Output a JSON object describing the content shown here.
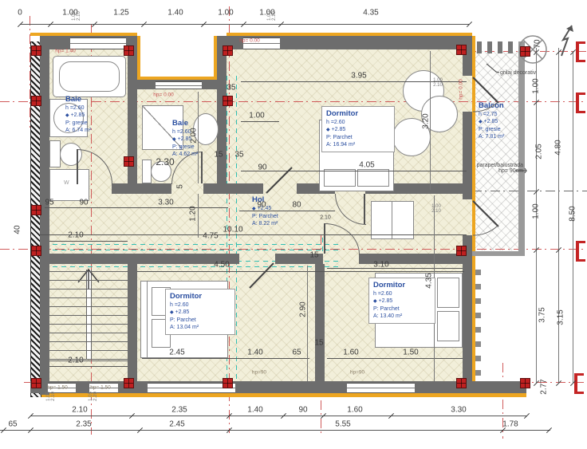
{
  "rooms": {
    "baie1": {
      "name": "Baie",
      "h": "h =2.60",
      "level": "+2.85",
      "floor": "P: gresie",
      "area": "A: 6.74 m²"
    },
    "baie2": {
      "name": "Baie",
      "h": "h =2.60",
      "level": "+2.85",
      "floor": "P: gresie",
      "area": "A: 4.62 m²"
    },
    "dormitor1": {
      "name": "Dormitor",
      "h": "h =2.60",
      "level": "+2.85",
      "floor": "P: Parchet",
      "area": "A: 16.94 m²"
    },
    "balcon": {
      "name": "Balcon",
      "h": "h =2.75",
      "level": "+2.85",
      "floor": "P: gresie",
      "area": "A: 7.81 m²"
    },
    "hol": {
      "name": "Hol",
      "level": "+2.45",
      "floor": "P: Parchet",
      "area": "A: 8.22 m²"
    },
    "dormitor2": {
      "name": "Dormitor",
      "h": "h =2.60",
      "level": "+2.85",
      "floor": "P: Parchet",
      "area": "A: 13.04 m²"
    },
    "dormitor3": {
      "name": "Dormitor",
      "h": "h =2.60",
      "level": "+2.85",
      "floor": "P: Parchet",
      "area": "A: 13.40 m²"
    }
  },
  "annotations": {
    "grilaj": "grilaj decorativ",
    "parapet_line1": "parapet/balustrada",
    "parapet_line2": "hp= 90cm",
    "washer": "W"
  },
  "dim_values": [
    "0",
    "1.00",
    "1.25",
    "1.40",
    "1.00",
    "1.00",
    "4.35",
    "2.10",
    "2.35",
    "1.40",
    "90",
    "1.60",
    "3.30",
    "65",
    "2.35",
    "2.45",
    "5.55",
    "1.78",
    "70",
    "1.00",
    "2.05",
    "4.80",
    "1.00",
    "8.50",
    "3.75",
    "3.15",
    "2.77",
    "35",
    "1.00",
    "3.95",
    "3.20",
    "4.05",
    "2.00",
    "2.30",
    "15",
    "35",
    "90",
    "5",
    "95",
    "90",
    "3.30",
    "1.20",
    "40",
    "2.10",
    "4.75",
    "10.10",
    "90",
    "80",
    "4.50",
    "15",
    "3.10",
    "4.35",
    "2.90",
    "15",
    "65",
    "1.40",
    "2.45",
    "1.60",
    "1.50",
    "2.10",
    "2.10"
  ],
  "small_values": [
    "hp= 1.40",
    "hp= 0.00",
    "hp= 0.00",
    "hp= 0.00",
    "hp= 1.50",
    "hp= 1.50",
    "hp=90",
    "hp=90"
  ],
  "stacked_values": [
    [
      "1.00",
      "2.10"
    ],
    [
      "1.00",
      "2.10"
    ],
    [
      "1.05",
      "2.10"
    ],
    [
      "1.05",
      "2.20"
    ],
    [
      "1.00",
      "2.10"
    ],
    [
      "1.00",
      "2.10"
    ]
  ]
}
